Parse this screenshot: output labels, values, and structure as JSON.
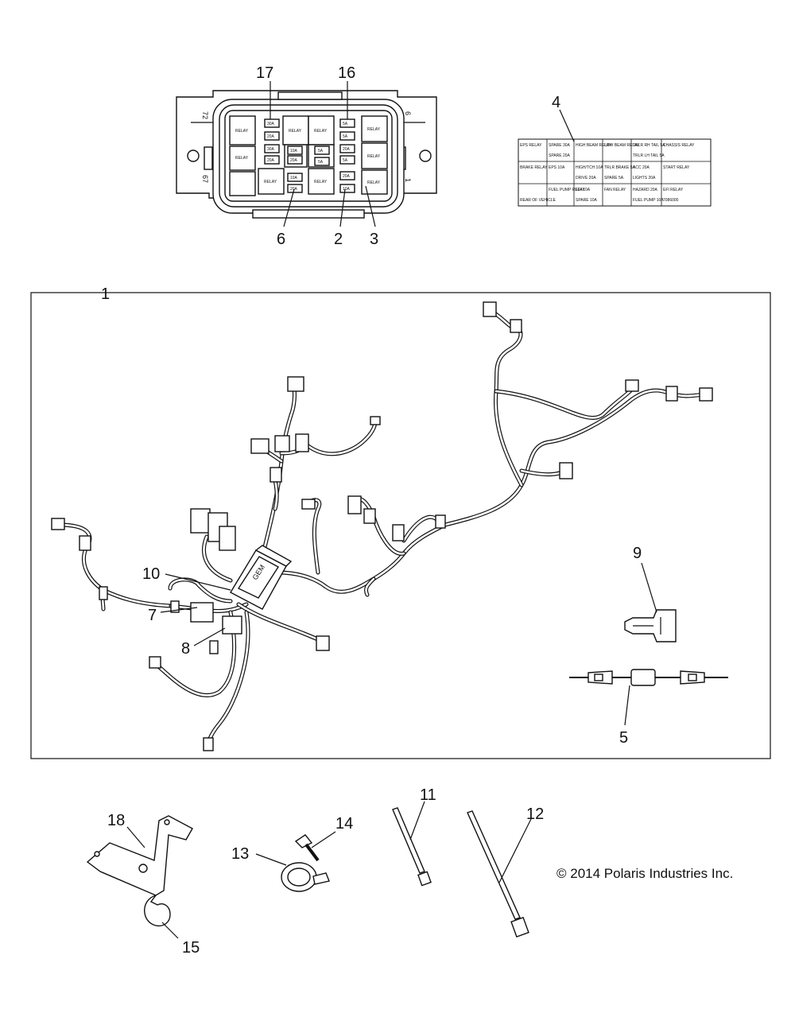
{
  "callouts": {
    "c1": "1",
    "c2": "2",
    "c3": "3",
    "c4": "4",
    "c5": "5",
    "c6": "6",
    "c7": "7",
    "c8": "8",
    "c9": "9",
    "c10": "10",
    "c11": "11",
    "c12": "12",
    "c13": "13",
    "c14": "14",
    "c15": "15",
    "c16": "16",
    "c17": "17",
    "c18": "18"
  },
  "fusebox": {
    "side_left_top": "72",
    "side_left_bottom": "67",
    "side_right_top": "6",
    "side_right_bottom": "1",
    "relay_label": "RELAY",
    "fuses": [
      "30A",
      "20A",
      "30A",
      "20A",
      "10A",
      "20A",
      "10A",
      "5A",
      "5A",
      "20A",
      "5A",
      "5A",
      "5A",
      "20A",
      "20A",
      "10A"
    ]
  },
  "decal": {
    "row1": [
      "EPS RELAY",
      "SPARE 30A",
      "HIGH BEAM RELAY",
      "LOW BEAM RELAY",
      "TRLR RH TAIL 5A",
      "CHASSIS RELAY"
    ],
    "row2": [
      "",
      "SPARE 20A",
      "",
      "",
      "TRLR LH TAIL 5A",
      ""
    ],
    "row3": [
      "BRAKE RELAY",
      "EPS 10A",
      "HIGH/TCH 10A",
      "TRLR BRAKE 5A",
      "ACC 20A",
      "START RELAY"
    ],
    "row4": [
      "",
      "",
      "DRIVE 20A",
      "SPARE 5A",
      "LIGHTS 20A",
      ""
    ],
    "row5": [
      "",
      "FUEL PUMP RELAY",
      "EFI 10A",
      "FAN RELAY",
      "HAZARD 20A",
      "EFI RELAY"
    ],
    "row6": [
      "REAR OF VEHICLE",
      "",
      "SPARE 10A",
      "",
      "FUEL PUMP 10A",
      "7086000"
    ]
  },
  "copyright": "© 2014 Polaris Industries Inc."
}
